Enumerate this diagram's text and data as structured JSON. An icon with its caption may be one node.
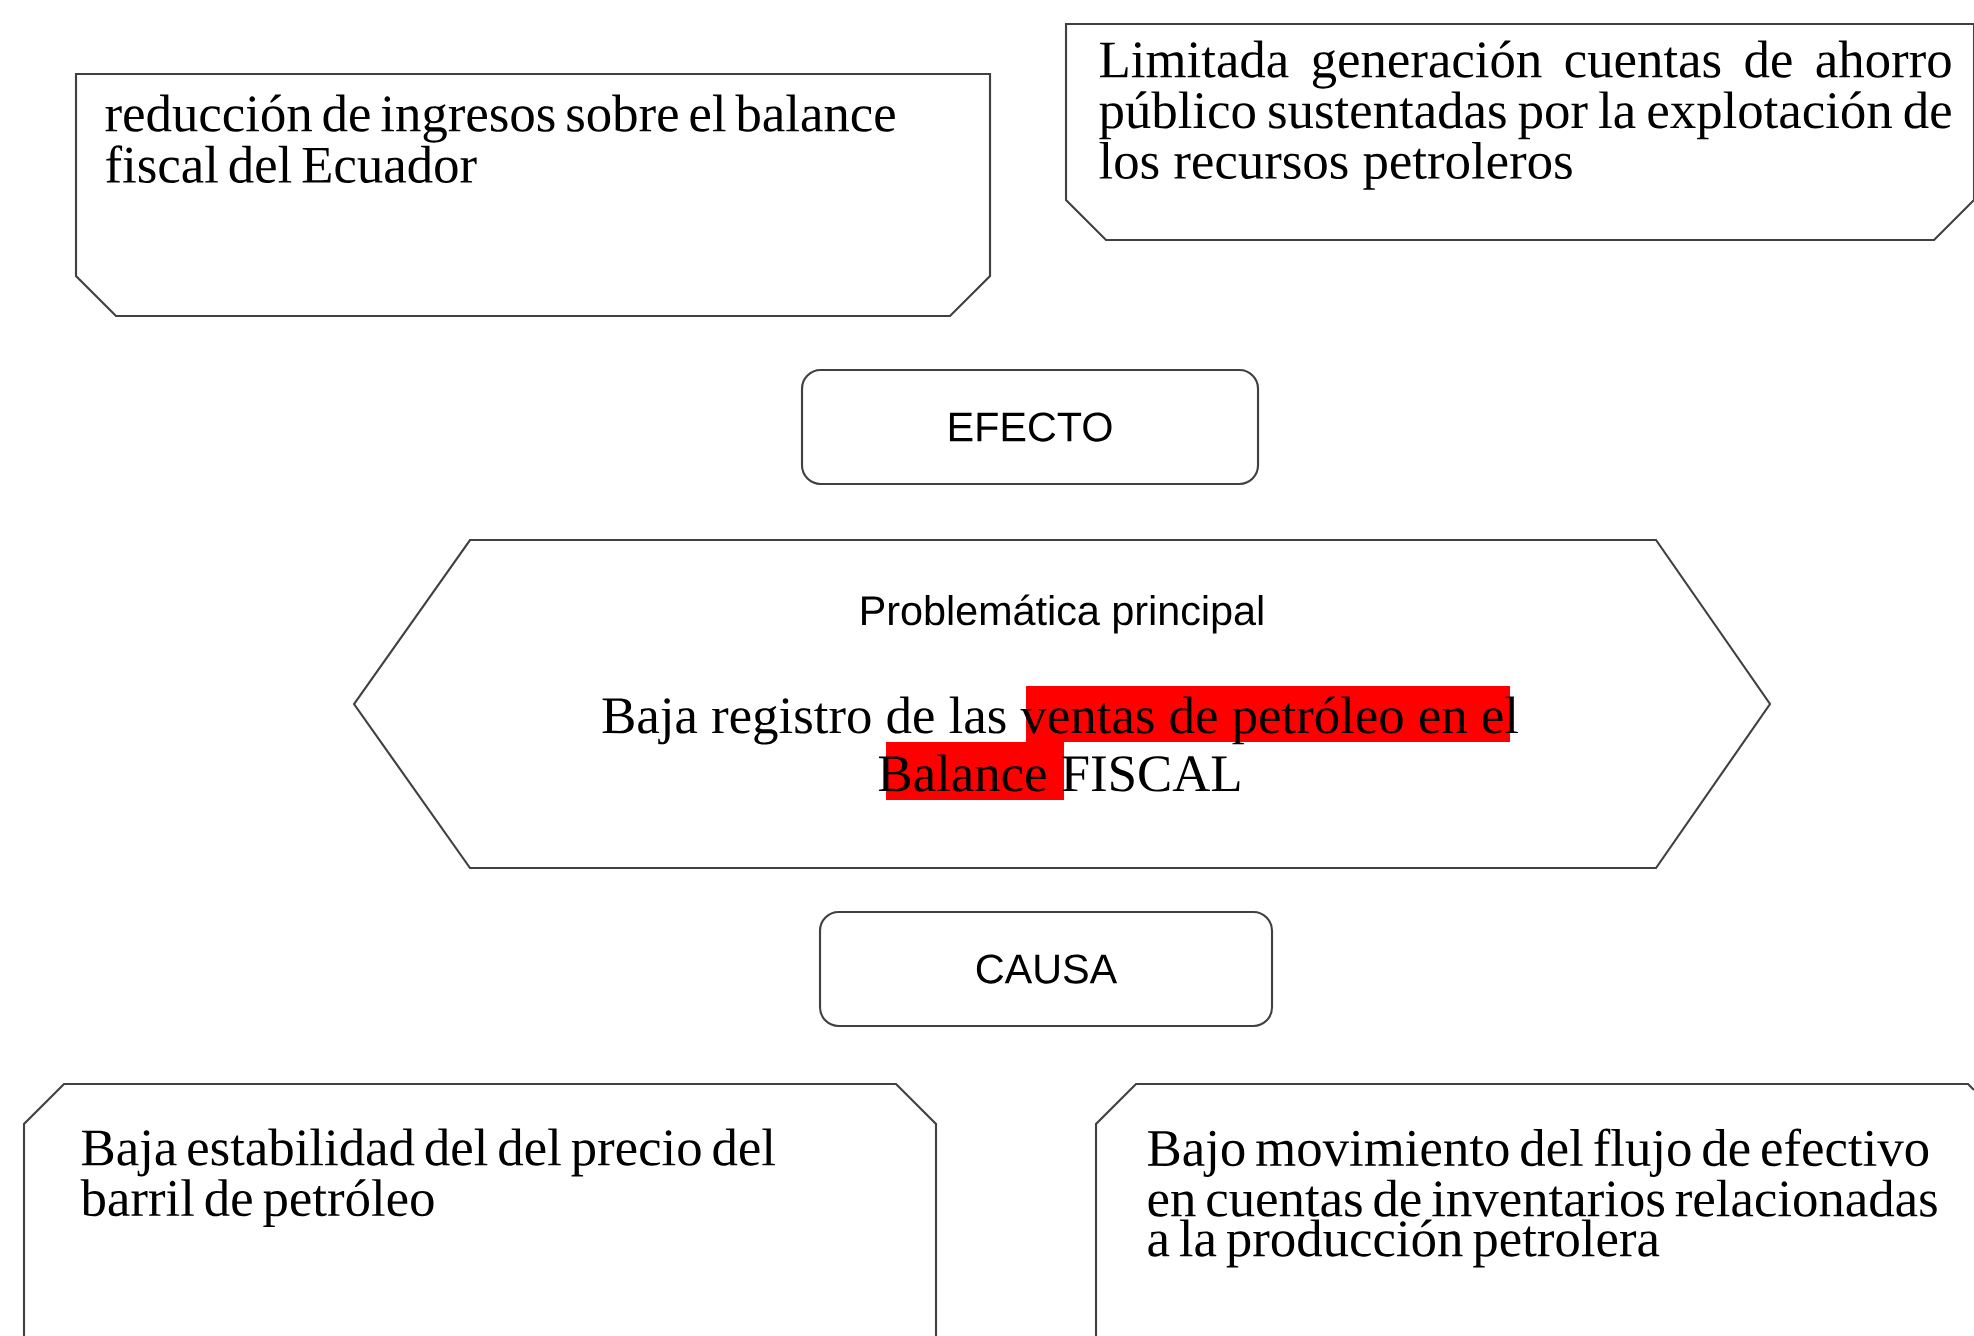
{
  "diagram": {
    "nodes": [
      {
        "text": [
          "reducción de ingresos sobre el balance fiscal del Ecuador"
        ]
      },
      {
        "text": [
          "Limitada generación cuentas de ahorro público sustentadas por la explotación de los recursos petroleros"
        ]
      },
      {
        "text": [
          "EFECTO"
        ]
      },
      {
        "text": [
          "Problemática principal",
          "Baja registro de las ventas de petróleo en el Balance FISCAL"
        ]
      },
      {
        "text": [
          "CAUSA"
        ]
      },
      {
        "text": [
          "Baja estabilidad del del precio del barril de petróleo"
        ]
      },
      {
        "text": [
          "Bajo movimiento del flujo de efectivo en cuentas de inventarios relacionadas a la producción petrolera"
        ]
      }
    ]
  }
}
